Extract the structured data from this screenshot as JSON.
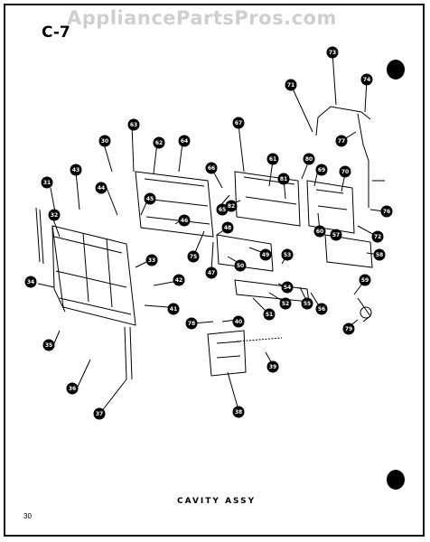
{
  "watermark": "AppliancePartsPros.com",
  "page_code": "C-7",
  "caption": "CAVITY ASSY",
  "page_number": "30",
  "callouts": [
    "31",
    "32",
    "34",
    "35",
    "36",
    "37",
    "33",
    "42",
    "41",
    "43",
    "44",
    "45",
    "30",
    "63",
    "62",
    "64",
    "46",
    "48",
    "47",
    "75",
    "66",
    "65",
    "61",
    "82",
    "67",
    "71",
    "73",
    "74",
    "77",
    "69",
    "80",
    "81",
    "70",
    "76",
    "72",
    "60",
    "49",
    "50",
    "53",
    "54",
    "51",
    "52",
    "55",
    "56",
    "57",
    "58",
    "59",
    "79",
    "78",
    "40",
    "39",
    "38"
  ]
}
